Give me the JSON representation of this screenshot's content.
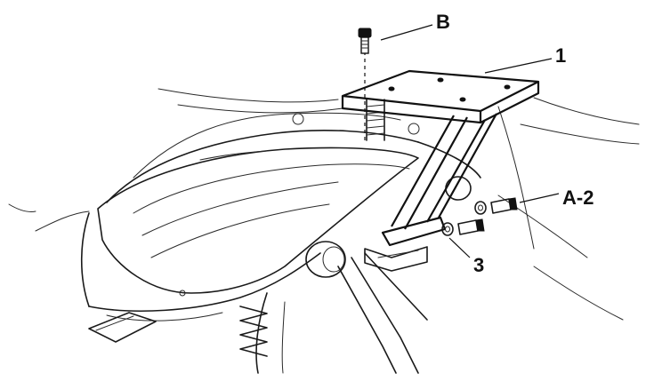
{
  "callouts": {
    "b": "B",
    "one": "1",
    "a2": "A-2",
    "three": "3"
  },
  "colors": {
    "ink": "#111111",
    "paper": "#ffffff"
  }
}
